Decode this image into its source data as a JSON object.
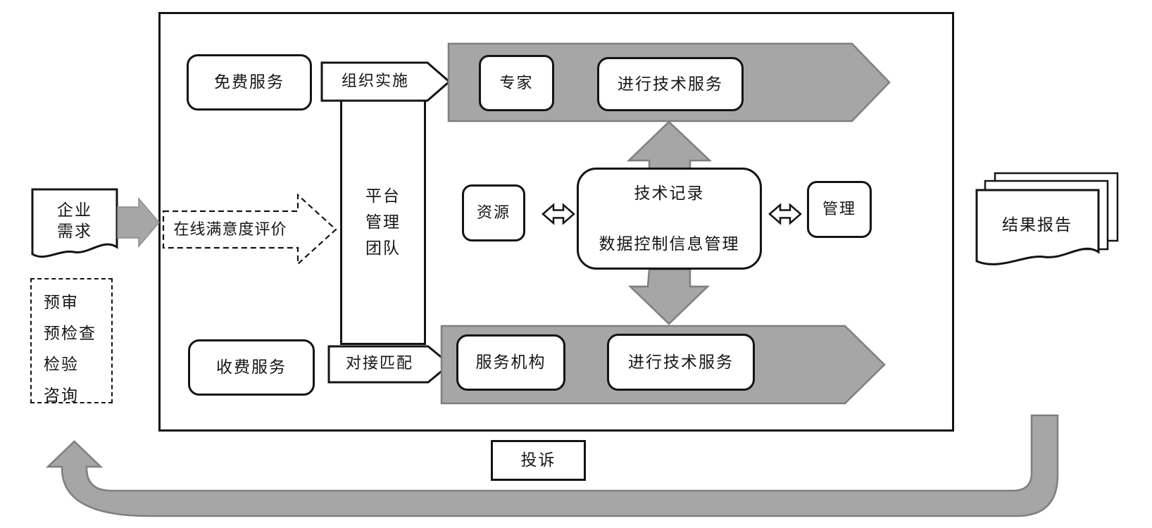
{
  "colors": {
    "gray_fill": "#a6a6a6",
    "gray_stroke": "#7f7f7f",
    "line_black": "#141414",
    "background": "#ffffff"
  },
  "left": {
    "enterprise_demand_line1": "企业",
    "enterprise_demand_line2": "需求",
    "pre_service_items": [
      "预审",
      "预检查",
      "检验",
      "咨询"
    ]
  },
  "platform": {
    "free_service": "免费服务",
    "organize_implement": "组织实施",
    "team_line1": "平台",
    "team_line2": "管理",
    "team_line3": "团队",
    "online_satisfaction_eval": "在线满意度评价",
    "paid_service": "收费服务",
    "dock_match": "对接匹配"
  },
  "expert_flow": {
    "expert": "专家",
    "service": "进行技术服务"
  },
  "center": {
    "resource": "资源",
    "record_line1": "技术记录",
    "record_line2": "数据控制信息管理",
    "management": "管理"
  },
  "org_flow": {
    "org": "服务机构",
    "service": "进行技术服务"
  },
  "right": {
    "result_report": "结果报告"
  },
  "bottom": {
    "complaint": "投诉"
  }
}
